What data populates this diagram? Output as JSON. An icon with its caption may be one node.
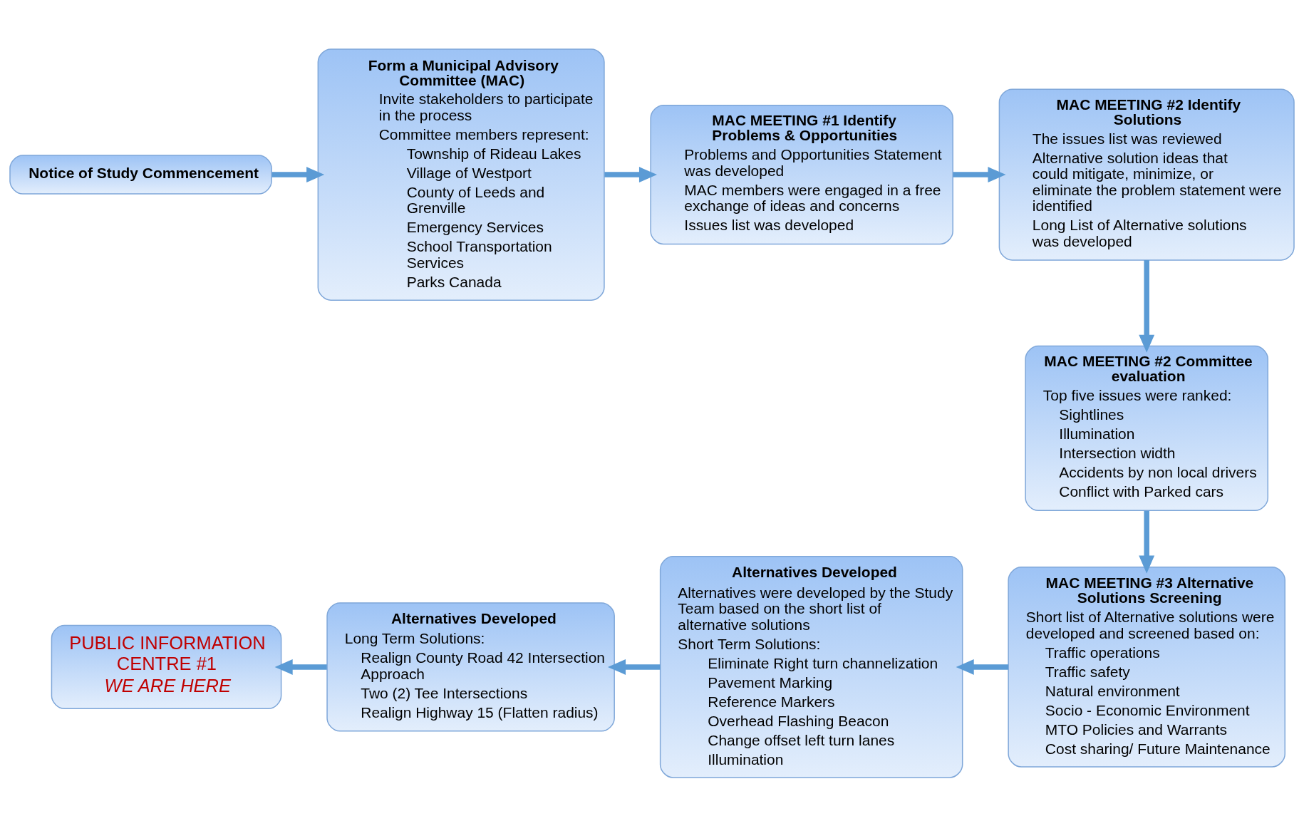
{
  "diagram": {
    "nodes": [
      {
        "text": [
          "Notice of Study Commencement"
        ]
      },
      {
        "text": [
          "Form a Municipal Advisory Committee (MAC)",
          "Invite stakeholders to participate in the process",
          "Committee members represent:",
          "Township of Rideau Lakes",
          "Village of Westport",
          "County of Leeds and Grenville",
          "Emergency Services",
          "School Transportation Services",
          "Parks Canada"
        ]
      },
      {
        "text": [
          "MAC MEETING #1 Identify Problems & Opportunities",
          "Problems and Opportunities Statement was developed",
          "MAC members were engaged in a free exchange of ideas and concerns",
          "Issues list was developed"
        ]
      },
      {
        "text": [
          "MAC MEETING #2 Identify Solutions",
          "The issues list was reviewed",
          "Alternative solution ideas that could mitigate, minimize, or eliminate the problem statement were identified",
          "Long List of Alternative solutions was developed"
        ]
      },
      {
        "text": [
          "MAC MEETING #2 Committee evaluation",
          "Top five issues were ranked:",
          "Sightlines",
          "Illumination",
          "Intersection width",
          "Accidents by non local drivers",
          "Conflict with Parked cars"
        ]
      },
      {
        "text": [
          "MAC MEETING #3 Alternative Solutions Screening",
          "Short list of Alternative solutions were developed and screened based on:",
          "Traffic operations",
          "Traffic safety",
          "Natural environment",
          "Socio - Economic Environment",
          "MTO Policies and Warrants",
          "Cost sharing/ Future Maintenance"
        ]
      },
      {
        "text": [
          "Alternatives Developed",
          "Alternatives were developed by the Study Team based on the short list of alternative solutions",
          "Short Term Solutions:",
          "Eliminate Right turn channelization",
          "Pavement Marking",
          "Reference Markers",
          "Overhead Flashing Beacon",
          "Change offset left turn lanes",
          "Illumination"
        ]
      },
      {
        "text": [
          "Alternatives Developed",
          "Long Term Solutions:",
          "Realign County Road 42 Intersection Approach",
          "Two (2) Tee Intersections",
          "Realign Highway 15 (Flatten radius)"
        ]
      },
      {
        "text": [
          "PUBLIC INFORMATION CENTRE #1",
          "WE ARE HERE"
        ]
      }
    ],
    "edges": [
      {
        "from": 0,
        "to": 1,
        "arrow": "to"
      },
      {
        "from": 1,
        "to": 2,
        "arrow": "to"
      },
      {
        "from": 2,
        "to": 3,
        "arrow": "to"
      },
      {
        "from": 3,
        "to": 4,
        "arrow": "to"
      },
      {
        "from": 4,
        "to": 5,
        "arrow": "to"
      },
      {
        "from": 5,
        "to": 6,
        "arrow": "to"
      },
      {
        "from": 6,
        "to": 7,
        "arrow": "to"
      },
      {
        "from": 7,
        "to": 8,
        "arrow": "to"
      }
    ]
  }
}
